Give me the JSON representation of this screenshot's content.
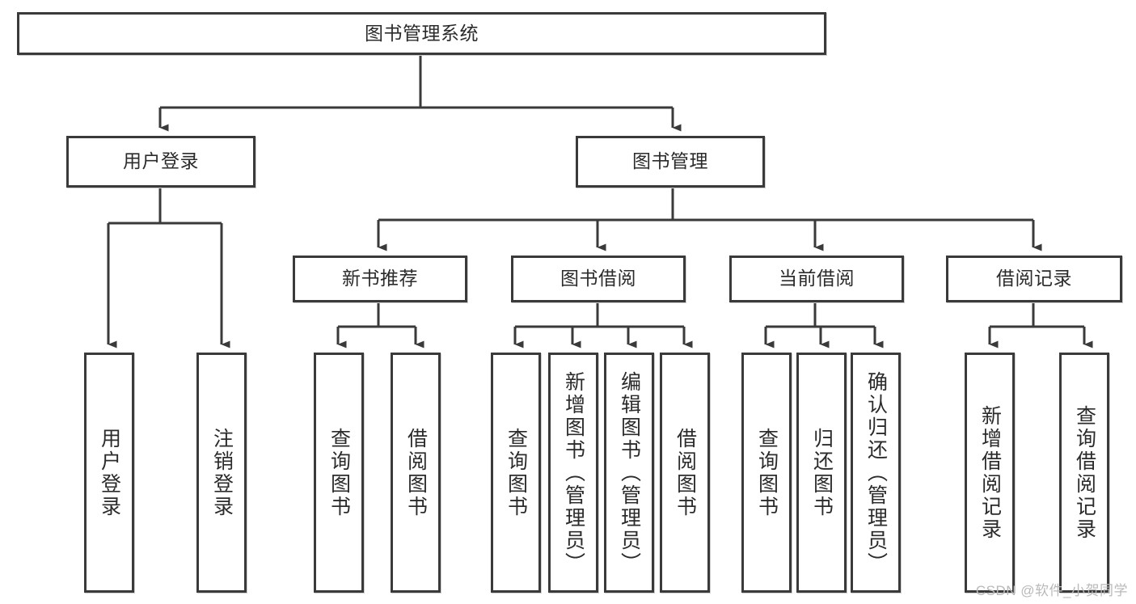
{
  "diagram": {
    "title": "图书管理系统",
    "type": "tree",
    "watermark": "CSDN @软件_小贺同学",
    "colors": {
      "box_border": "#3a3a3a",
      "box_fill": "#ffffff",
      "text": "#2b2b2b",
      "edge": "#3a3a3a",
      "watermark": "#b9b9b9"
    },
    "levels": {
      "root": {
        "label": "图书管理系统"
      },
      "level2": [
        {
          "label": "用户登录"
        },
        {
          "label": "图书管理"
        }
      ],
      "level3": [
        {
          "label": "新书推荐"
        },
        {
          "label": "图书借阅"
        },
        {
          "label": "当前借阅"
        },
        {
          "label": "借阅记录"
        }
      ],
      "leaves": [
        {
          "label": "用户登录",
          "parent": "用户登录"
        },
        {
          "label": "注销登录",
          "parent": "用户登录"
        },
        {
          "label": "查询图书",
          "parent": "新书推荐"
        },
        {
          "label": "借阅图书",
          "parent": "新书推荐"
        },
        {
          "label": "查询图书",
          "parent": "图书借阅"
        },
        {
          "label": "新增图书（管理员）",
          "parent": "图书借阅"
        },
        {
          "label": "编辑图书（管理员）",
          "parent": "图书借阅"
        },
        {
          "label": "借阅图书",
          "parent": "图书借阅"
        },
        {
          "label": "查询图书",
          "parent": "当前借阅"
        },
        {
          "label": "归还图书",
          "parent": "当前借阅"
        },
        {
          "label": "确认归还（管理员）",
          "parent": "当前借阅"
        },
        {
          "label": "新增借阅记录",
          "parent": "借阅记录"
        },
        {
          "label": "查询借阅记录",
          "parent": "借阅记录"
        }
      ]
    }
  }
}
